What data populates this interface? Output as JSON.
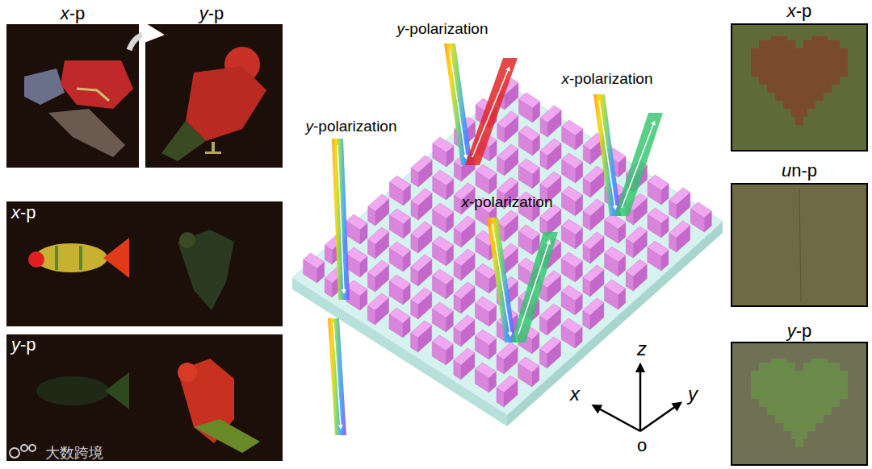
{
  "diagram": {
    "labels": [
      "x-p",
      "y-p",
      "x-p",
      "y-p",
      "y-polarization",
      "x-polarization",
      "y-polarization",
      "x-polarization",
      "x-p",
      "un-p",
      "y-p",
      "z",
      "x",
      "y",
      "o",
      "大数跨境"
    ]
  }
}
